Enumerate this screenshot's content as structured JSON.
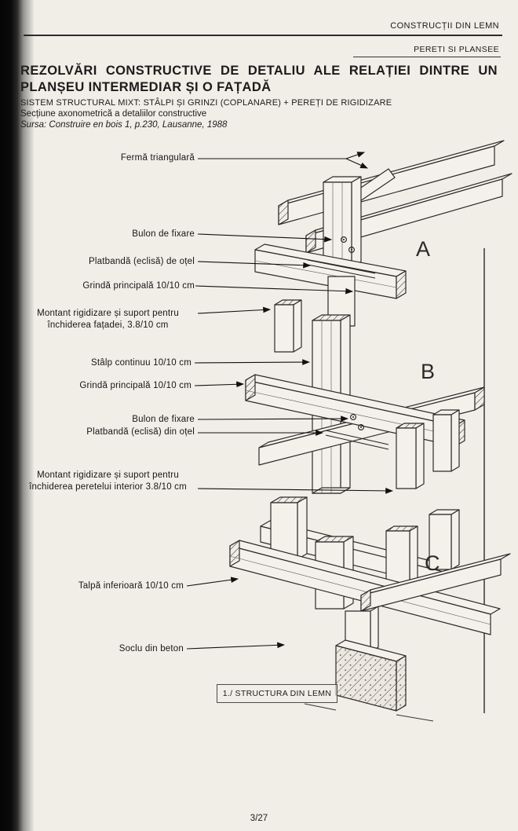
{
  "header": {
    "doc_title": "CONSTRUCȚII DIN LEMN",
    "section": "PERETI SI PLANSEE"
  },
  "title_block": {
    "title": "REZOLVĂRI CONSTRUCTIVE DE DETALIU ALE RELAȚIEI DINTRE UN PLANȘEU INTERMEDIAR ȘI O FAȚADĂ",
    "system_line": "SISTEM STRUCTURAL MIXT: STÂLPI ȘI GRINZI (COPLANARE) + PEREȚI DE RIGIDIZARE",
    "view_line": "Secțiune axonometrică a detaliilor constructive",
    "source_line": "Sursa: Construire en bois 1, p.230, Lausanne, 1988"
  },
  "figure": {
    "caption": "1./ STRUCTURA DIN LEMN",
    "detail_labels": {
      "a": "A",
      "b": "B",
      "c": "C"
    },
    "callouts": [
      {
        "text": "Fermă triangulară"
      },
      {
        "text": "Bulon de fixare"
      },
      {
        "text": "Platbandă (eclisă) de oțel"
      },
      {
        "text": "Grindă principală 10/10 cm"
      },
      {
        "text": "Montant rigidizare și suport pentru închiderea fațadei, 3.8/10 cm"
      },
      {
        "text": "Stâlp continuu 10/10 cm"
      },
      {
        "text": "Grindă principală 10/10 cm"
      },
      {
        "text": "Bulon de fixare"
      },
      {
        "text": "Platbandă (eclisă) din oțel"
      },
      {
        "text": "Montant rigidizare și suport pentru închiderea peretelui interior 3.8/10 cm"
      },
      {
        "text": "Talpă inferioară 10/10 cm"
      },
      {
        "text": "Soclu din beton"
      }
    ]
  },
  "footer": {
    "page_number": "3/27"
  }
}
